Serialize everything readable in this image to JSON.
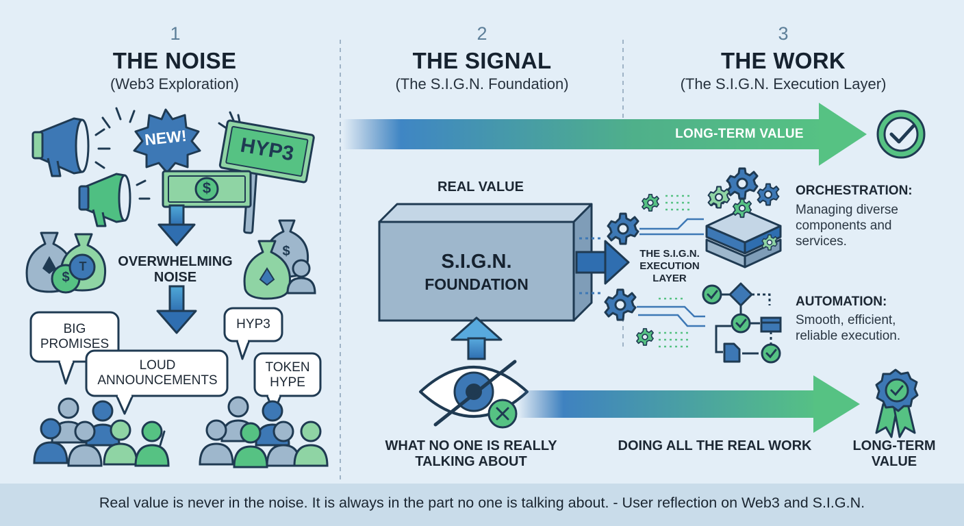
{
  "sections": [
    {
      "number": "1",
      "title": "THE NOISE",
      "subtitle": "(Web3 Exploration)"
    },
    {
      "number": "2",
      "title": "THE SIGNAL",
      "subtitle": "(The S.I.G.N. Foundation)"
    },
    {
      "number": "3",
      "title": "THE WORK",
      "subtitle": "(The S.I.G.N. Execution Layer)"
    }
  ],
  "noise": {
    "new_badge": "NEW!",
    "sign_text": "HYP3",
    "overwhelming": "OVERWHELMING NOISE",
    "bubbles": {
      "big_promises": "BIG PROMISES",
      "loud": "LOUD ANNOUNCEMENTS",
      "hyp3": "HYP3",
      "token_hype": "TOKEN HYPE"
    },
    "coin_symbols": {
      "dollar": "$",
      "tether": "T"
    }
  },
  "signal": {
    "real_value": "REAL VALUE",
    "box_line1": "S.I.G.N.",
    "box_line2": "FOUNDATION",
    "no_one": "WHAT NO ONE IS REALLY TALKING ABOUT",
    "real_work": "DOING ALL THE REAL WORK"
  },
  "work": {
    "top_arrow": "LONG-TERM VALUE",
    "execution_layer": "THE S.I.G.N. EXECUTION LAYER",
    "orchestration_title": "ORCHESTRATION:",
    "orchestration_text": "Managing diverse components and services.",
    "automation_title": "AUTOMATION:",
    "automation_text": "Smooth, efficient, reliable execution.",
    "long_term_value": "LONG-TERM VALUE"
  },
  "footer": "Real value is never in the noise. It is always in the part no one is talking about. - User reflection on Web3 and S.I.G.N.",
  "colors": {
    "background": "#e3eef7",
    "navy": "#1f3a52",
    "blue": "#3d78b5",
    "green": "#4fbf82",
    "green_light": "#8fd4a4",
    "box": "#9eb7cc"
  }
}
